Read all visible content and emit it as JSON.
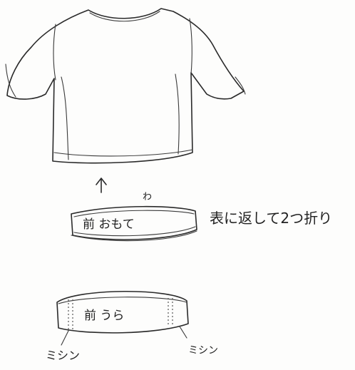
{
  "band_top": {
    "main_label": "前 おもて",
    "small_mark": "わ"
  },
  "band_bottom": {
    "main_label": "前 うら"
  },
  "instruction": "表に返して2つ折り",
  "labels": {
    "stitch_left": "ミシン",
    "stitch_right": "ミシン"
  },
  "icons": {
    "arrow": "arrow-up-icon"
  }
}
